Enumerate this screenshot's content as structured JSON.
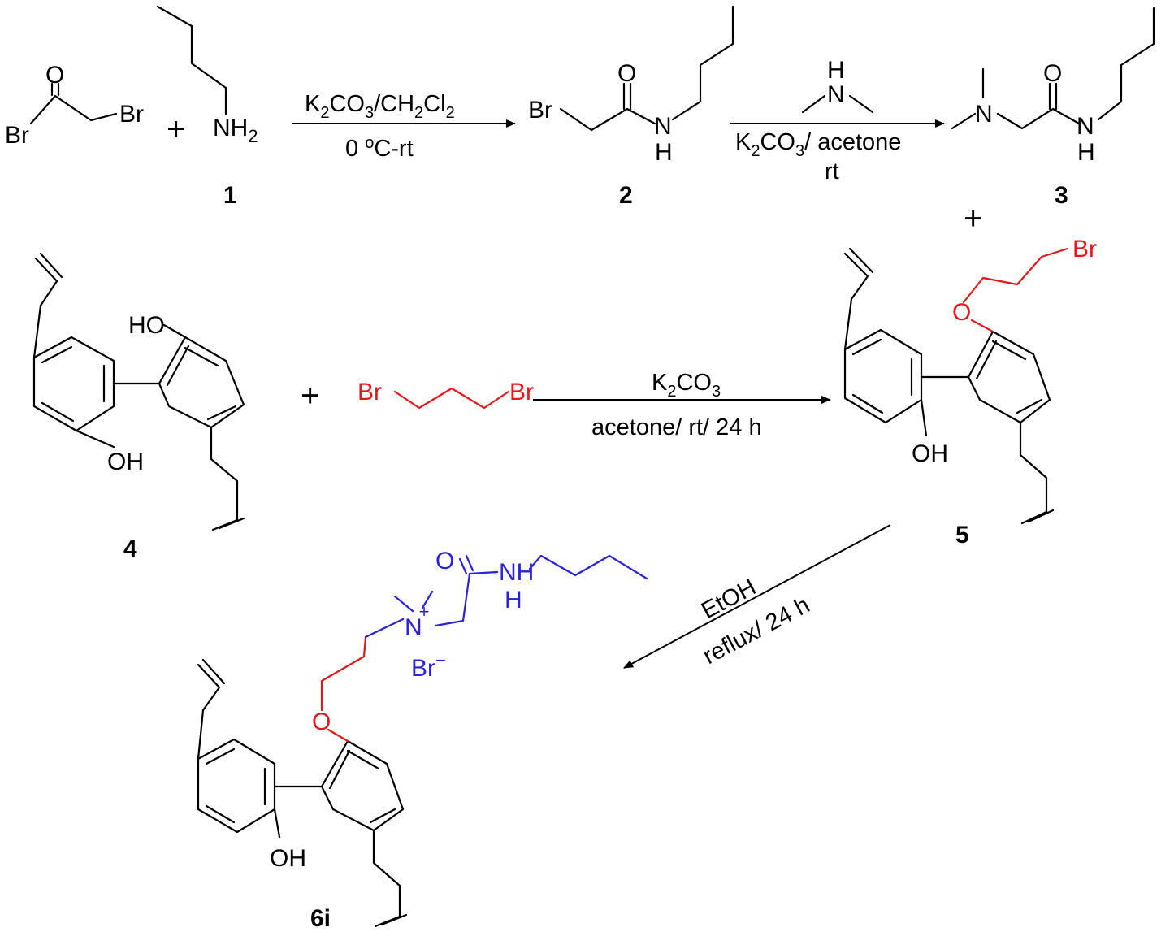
{
  "colors": {
    "black": "#000000",
    "red": "#e0191c",
    "blue": "#2a22d6"
  },
  "compounds": {
    "c1": {
      "label": "1"
    },
    "c2": {
      "label": "2"
    },
    "c3": {
      "label": "3"
    },
    "c4": {
      "label": "4"
    },
    "c5": {
      "label": "5"
    },
    "c6": {
      "label": "6i"
    }
  },
  "atoms": {
    "O": "O",
    "Br": "Br",
    "N": "N",
    "H": "H",
    "NH": "NH",
    "NH2": "NH",
    "NH2_sub": "2",
    "HO": "HO",
    "OH": "OH",
    "Br_minus": "Br",
    "minus": "−",
    "plus_charge": "+"
  },
  "reactions": {
    "r1": {
      "reagent_parts": [
        "K",
        "2",
        "CO",
        "3",
        "/CH",
        "2",
        "Cl",
        "2"
      ],
      "conditions_parts": [
        "0 ",
        "o",
        "C-rt"
      ]
    },
    "r2": {
      "reagent_parts": [
        "K",
        "2",
        "CO",
        "3",
        "/ acetone"
      ],
      "conditions": "rt"
    },
    "r3": {
      "reagent_parts": [
        "K",
        "2",
        "CO",
        "3"
      ],
      "conditions": "acetone/ rt/ 24 h"
    },
    "r4": {
      "reagent": "EtOH",
      "conditions": "reflux/ 24 h"
    }
  },
  "plus_sign": "+"
}
